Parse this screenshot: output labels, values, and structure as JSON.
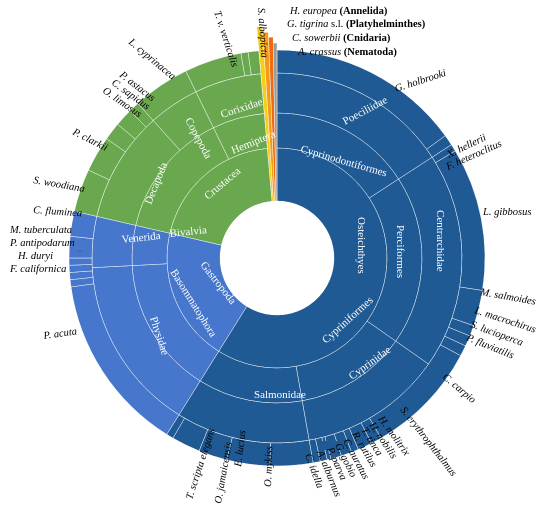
{
  "colors": {
    "fish": "#1f5a94",
    "mollusc": "#4677cc",
    "crustacean": "#6aa84f",
    "annelida": "#f7cd1b",
    "platyhelminthes": "#f39a1b",
    "cnidaria": "#f06a10",
    "nematoda": "#9a9a9a",
    "segment_stroke": "#ffffff",
    "background": "#ffffff"
  },
  "inner_labels": [
    {
      "text": "Poeciliidae"
    },
    {
      "text": "Cyprinodontiformes"
    },
    {
      "text": "Osteichthyes"
    },
    {
      "text": "Perciformes"
    },
    {
      "text": "Centrarchidae"
    },
    {
      "text": "Cypriniformes"
    },
    {
      "text": "Cyprinidae"
    },
    {
      "text": "Salmonidae"
    },
    {
      "text": "Physidae"
    },
    {
      "text": "Basommatophora"
    },
    {
      "text": "Gastropoda"
    },
    {
      "text": "Bivalvia"
    },
    {
      "text": "Venerida"
    },
    {
      "text": "Decapoda"
    },
    {
      "text": "Copepoda"
    },
    {
      "text": "Corixidae"
    },
    {
      "text": "Hemiptera"
    },
    {
      "text": "Crustacea"
    }
  ],
  "outer_labels": [
    {
      "name": "H. europea",
      "group": "(Annelida)"
    },
    {
      "name": "G. tigrina",
      "suffix": " s.l. ",
      "group": "(Platyhelminthes)"
    },
    {
      "name": "C. sowerbii",
      "group": "(Cnidaria)"
    },
    {
      "name": "A. crassus",
      "group": "(Nematoda)"
    },
    {
      "name": "S. albopicta"
    },
    {
      "name": "T. v. verticalis"
    },
    {
      "name": "L. cyprinacea"
    },
    {
      "name": "P. astacus"
    },
    {
      "name": "C. sapidus"
    },
    {
      "name": "O. limosus"
    },
    {
      "name": "P. clarkii"
    },
    {
      "name": "S. woodiana"
    },
    {
      "name": "C. fluminea"
    },
    {
      "name": "M. tuberculata"
    },
    {
      "name": "P. antipodarum"
    },
    {
      "name": "H. duryi"
    },
    {
      "name": "F. californica"
    },
    {
      "name": "P. acuta"
    },
    {
      "name": "T. scripta elegans"
    },
    {
      "name": "O. jamaicensis"
    },
    {
      "name": "E. lucius"
    },
    {
      "name": "O. mykiss"
    },
    {
      "name": "C. idella"
    },
    {
      "name": "A. alburnus"
    },
    {
      "name": "P. parva"
    },
    {
      "name": "G. gobio"
    },
    {
      "name": "C. auratus"
    },
    {
      "name": "R. rutilus"
    },
    {
      "name": "T. tinca"
    },
    {
      "name": "H. nobilis"
    },
    {
      "name": "H. molitrix"
    },
    {
      "name": "S. erythrophthalmus"
    },
    {
      "name": "C. carpio"
    },
    {
      "name": "P. fluviatilis"
    },
    {
      "name": "S. lucioperca"
    },
    {
      "name": "L. macrochirus"
    },
    {
      "name": "M. salmoides"
    },
    {
      "name": "L. gibbosus"
    },
    {
      "name": "F. heteroclitus"
    },
    {
      "name": "X. hellerii"
    },
    {
      "name": "G. holbrooki"
    }
  ]
}
